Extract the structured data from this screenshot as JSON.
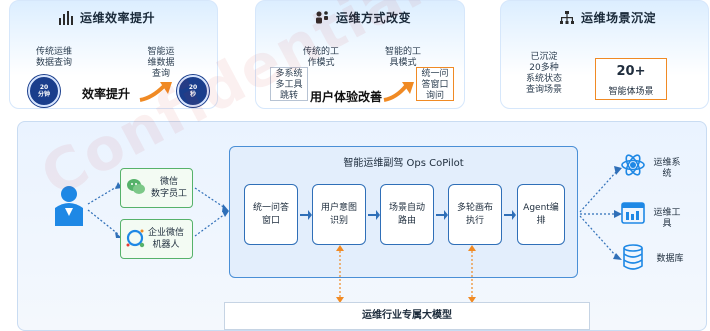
{
  "watermark": "Confidential",
  "cards": {
    "efficiency": {
      "title": "运维效率提升",
      "left_label": [
        "传统运维",
        "数据查询"
      ],
      "right_label": [
        "智能运",
        "维数据",
        "查询"
      ],
      "clock_left": {
        "big": "20",
        "small": "分钟"
      },
      "clock_right": {
        "big": "20",
        "small": "秒"
      },
      "center_text": "效率提升"
    },
    "method": {
      "title": "运维方式改变",
      "left_label": [
        "传统的工",
        "作模式"
      ],
      "right_label": [
        "智能的工",
        "具模式"
      ],
      "left_box": [
        "多系统",
        "多工具",
        "跳转"
      ],
      "right_box": [
        "统一问",
        "答窗口",
        "询问"
      ],
      "center_text": "用户体验改善"
    },
    "scene": {
      "title": "运维场景沉淀",
      "left_text": [
        "已沉淀",
        "20多种",
        "系统状态",
        "查询场景"
      ],
      "metric_value": "20+",
      "metric_label": "智能体场景"
    }
  },
  "channels": [
    {
      "label": [
        "微信",
        "数字员工"
      ]
    },
    {
      "label": [
        "企业微信",
        "机器人"
      ]
    }
  ],
  "copilot_title": "智能运维副驾 Ops CoPilot",
  "modules": [
    [
      "统一问答",
      "窗口"
    ],
    [
      "用户意图",
      "识别"
    ],
    [
      "场景自动",
      "路由"
    ],
    [
      "多轮画布",
      "执行"
    ],
    [
      "Agent编",
      "排"
    ]
  ],
  "targets": [
    [
      "运维系",
      "统"
    ],
    [
      "运维工",
      "具"
    ],
    [
      "数据库"
    ]
  ],
  "llm_label": "运维行业专属大模型",
  "colors": {
    "accent": "#2f6fb8",
    "orange": "#f08a24",
    "green": "#56b26a",
    "navy": "#1a3e8c"
  }
}
